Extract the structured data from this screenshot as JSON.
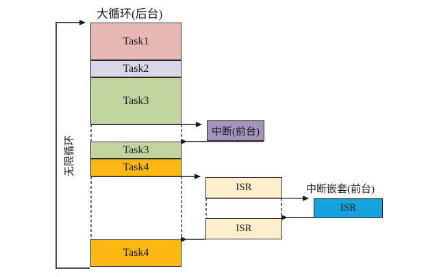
{
  "diagram": {
    "title_main": "大循环(后台)",
    "title_nested": "中断嵌套(前台)",
    "loop_label": "无限循环",
    "colors": {
      "task1": "#e8b8b4",
      "task2": "#dcd7e8",
      "task3": "#c2d5a1",
      "task4": "#fcb813",
      "interrupt": "#a394bf",
      "isr": "#fceecb",
      "isr_nested": "#14a3dc",
      "stroke": "#2b2b2b",
      "line": "#4a4a4a",
      "background": "#ffffff"
    },
    "background_blocks": [
      {
        "name": "task1",
        "label": "Task1",
        "color_key": "task1"
      },
      {
        "name": "task2",
        "label": "Task2",
        "color_key": "task2"
      },
      {
        "name": "task3-first",
        "label": "Task3",
        "color_key": "task3"
      },
      {
        "name": "task3-resumed",
        "label": "Task3",
        "color_key": "task3"
      },
      {
        "name": "task4-first",
        "label": "Task4",
        "color_key": "task4"
      },
      {
        "name": "task4-resumed",
        "label": "Task4",
        "color_key": "task4"
      }
    ],
    "foreground_blocks": [
      {
        "name": "interrupt",
        "label": "中断(前台)",
        "color_key": "interrupt"
      },
      {
        "name": "isr-upper",
        "label": "ISR",
        "color_key": "isr"
      },
      {
        "name": "isr-lower",
        "label": "ISR",
        "color_key": "isr"
      },
      {
        "name": "isr-nested",
        "label": "ISR",
        "color_key": "isr_nested"
      }
    ]
  }
}
